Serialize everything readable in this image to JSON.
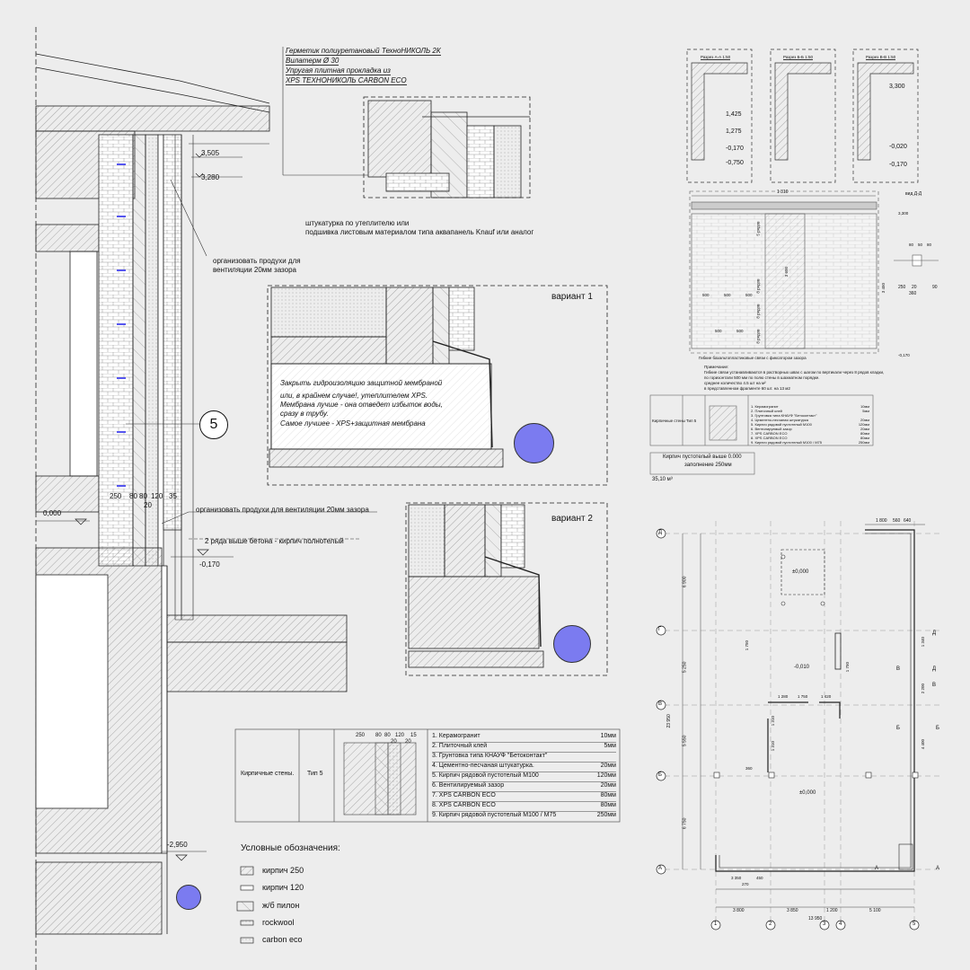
{
  "callout_top": [
    "Герметик полиуретановый ТехноНИКОЛЬ 2К",
    "Вилатерм Ø 30",
    "Упругая плитная прокладка из",
    "XPS ТЕХНОНИКОЛЬ CARBON ECO"
  ],
  "notes": {
    "plaster": "штукатурка по утеплителю или",
    "plaster2": "подшивка листовым материалом типа аквапанель Knauf или аналог",
    "vent_top1": "организовать продухи для",
    "vent_top2": "вентиляции 20мм зазора",
    "vent_mid": "организовать продухи для вентиляции 20мм зазора",
    "brick_above": "2 ряда выше бетона - кирпич полнотелый"
  },
  "levels": {
    "l3505": "3,505",
    "l3280": "3,280",
    "l0000": "0,000",
    "lm0170": "-0,170",
    "lm2950": "-2,950"
  },
  "wall_dims": {
    "d250": "250",
    "d80a": "80",
    "d80b": "80",
    "d120": "120",
    "d35": "35",
    "d20": "20"
  },
  "callout_number": "5",
  "variant1": {
    "title": "вариант 1",
    "note1": "Закрыть гидроизоляцию защитной мембраной",
    "note2": "или, в крайнем случае!, утеплителем XPS.",
    "note3": "Мембрана лучше - она отведет избыток воды,",
    "note4": "сразу в трубу.",
    "note5": "Самое лучшее - XPS+защитная мембрана"
  },
  "variant2": {
    "title": "вариант 2"
  },
  "wall_table": {
    "name": "Кирпичные стены.",
    "type": "Тип 5",
    "dims_top": [
      "250",
      "80",
      "80",
      "120",
      "15"
    ],
    "dims_bottom": [
      "20",
      "20"
    ],
    "layers": [
      {
        "name": "1. Керамогранит",
        "value": "10мм"
      },
      {
        "name": "2. Плиточный клей",
        "value": "5мм"
      },
      {
        "name": "3. Грунтовка типа КНАУФ \"Бетоконтакт\"",
        "value": ""
      },
      {
        "name": "4. Цементно-песчаная штукатурка.",
        "value": "20мм"
      },
      {
        "name": "5. Кирпич рядовой пустотелый  М100",
        "value": "120мм"
      },
      {
        "name": "6. Вентилируемый зазор",
        "value": "20мм"
      },
      {
        "name": "7. XPS CARBON ECO",
        "value": "80мм"
      },
      {
        "name": "8. XPS CARBON ECO",
        "value": "80мм"
      },
      {
        "name": "9. Кирпич рядовой пустотелый  М100 / М75",
        "value": "250мм"
      }
    ]
  },
  "legend": {
    "title": "Условные обозначения:",
    "items": [
      "кирпич 250",
      "кирпич 120",
      "ж/б пилон",
      "rockwool",
      "carbon eco"
    ]
  },
  "sections": [
    {
      "title": "Разрез А-А  1:50",
      "marks": [
        "1,425",
        "1,275",
        "-0,170",
        "-0,750"
      ]
    },
    {
      "title": "Разрез Б-Б  1:50",
      "marks": []
    },
    {
      "title": "Разрез В-В  1:50",
      "marks": [
        "3,300",
        "-0,020",
        "-0,170"
      ]
    }
  ],
  "elevation": {
    "top_dim": "1 310",
    "view": "вид Д-Д",
    "d3300": "3,300",
    "d3600": "3 600",
    "d3450": "3 450",
    "d500": "500",
    "courses": [
      "8 рядов",
      "8 рядов",
      "8 рядов",
      "5 рядов"
    ],
    "small": [
      "80",
      "50",
      "80",
      "250",
      "20",
      "90",
      "360"
    ],
    "bottom": "-0,170",
    "ties": "Гибкие базальтопластиковые связи с фиксатором зазора",
    "note_title": "Примечание:",
    "note1": "Гибкие связи устанавливаются в растворных швах с шагом по вертикали через 8 рядов кладки,",
    "note2": "по горизонтали 500 мм  по полю стены в шахматном порядке.",
    "note3": "среднее количество 4.5 шт на м²",
    "note4": "в представленном фрагменте  60 шт. на 13 м2"
  },
  "small_table": {
    "name": "Кирпичные стены",
    "type": "Тип 5",
    "rows": [
      "1. Керамогранит",
      "2. Плиточный клей",
      "3. Грунтовка типа КНАУФ \"Бетоконтакт\"",
      "4. Цементно-песчаная штукатурка",
      "5. Кирпич рядовой пустотелый М100",
      "6. Вентилируемый зазор",
      "7. XPS CARBON ECO",
      "8. XPS CARBON ECO",
      "9. Кирпич рядовой пустотелый М100 / М75"
    ],
    "values": [
      "10мм",
      "5мм",
      "",
      "20мм",
      "120мм",
      "20мм",
      "80мм",
      "80мм",
      "250мм"
    ],
    "caption1": "Кирпич пустотелый выше 0.000",
    "caption2": "заполнение 250мм",
    "area": "35,10 м³"
  },
  "plan": {
    "rows": [
      "Д",
      "Г",
      "В",
      "Б",
      "А"
    ],
    "cols": [
      "1",
      "2",
      "3",
      "4",
      "5"
    ],
    "row_dims": [
      "6 900",
      "5 250",
      "5 550",
      "6 750"
    ],
    "total_left": "23 950",
    "col_dims": [
      "3 800",
      "3 850",
      "1 200",
      "5 100"
    ],
    "total_bottom": "13 950",
    "top_dims": [
      "1 800",
      "560",
      "640"
    ],
    "levels": [
      "±0,000",
      "-0,010",
      "±0,000"
    ],
    "section_marks": [
      "Д",
      "Д",
      "В",
      "В",
      "Б",
      "Б",
      "А",
      "А"
    ],
    "inner_dims": [
      "1 750",
      "1 280",
      "1 750",
      "1 420",
      "1 310",
      "1 310",
      "360",
      "1 750",
      "4 400",
      "2 200",
      "1 340",
      "3 350",
      "270",
      "450"
    ]
  }
}
